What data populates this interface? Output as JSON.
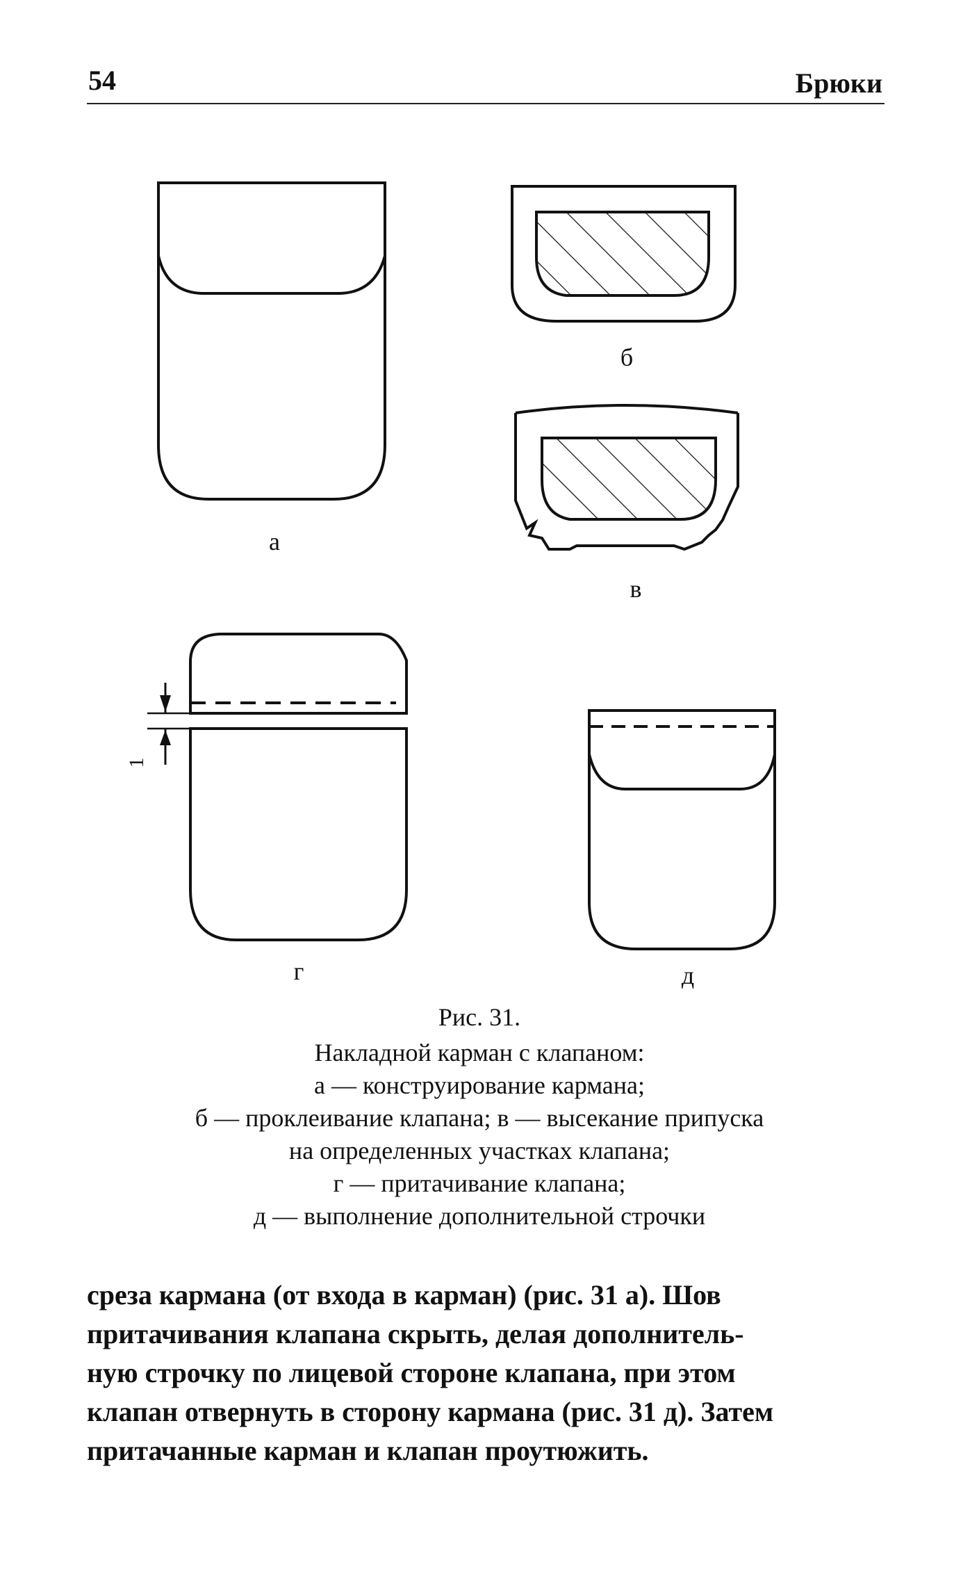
{
  "header": {
    "page_number": "54",
    "section_title": "Брюки"
  },
  "figure": {
    "labels": {
      "a": "а",
      "b": "б",
      "v": "в",
      "g": "г",
      "d": "д"
    },
    "dimension": "1"
  },
  "caption": {
    "lines": [
      "Рис. 31.",
      "Накладной карман с клапаном:",
      "а — конструирование кармана;",
      "б — проклеивание клапана; в — высекание припуска",
      "на определенных участках клапана;",
      "г — притачивание клапана;",
      "д — выполнение дополнительной строчки"
    ]
  },
  "body": {
    "lines": [
      "среза кармана (от входа в карман) (рис. 31 а). Шов",
      "притачивания клапана скрыть, делая дополнитель-",
      "ную строчку по лицевой стороне клапана, при этом",
      "клапан отвернуть в сторону кармана (рис. 31 д). Затем",
      "притачанные карман и клапан проутюжить."
    ]
  }
}
